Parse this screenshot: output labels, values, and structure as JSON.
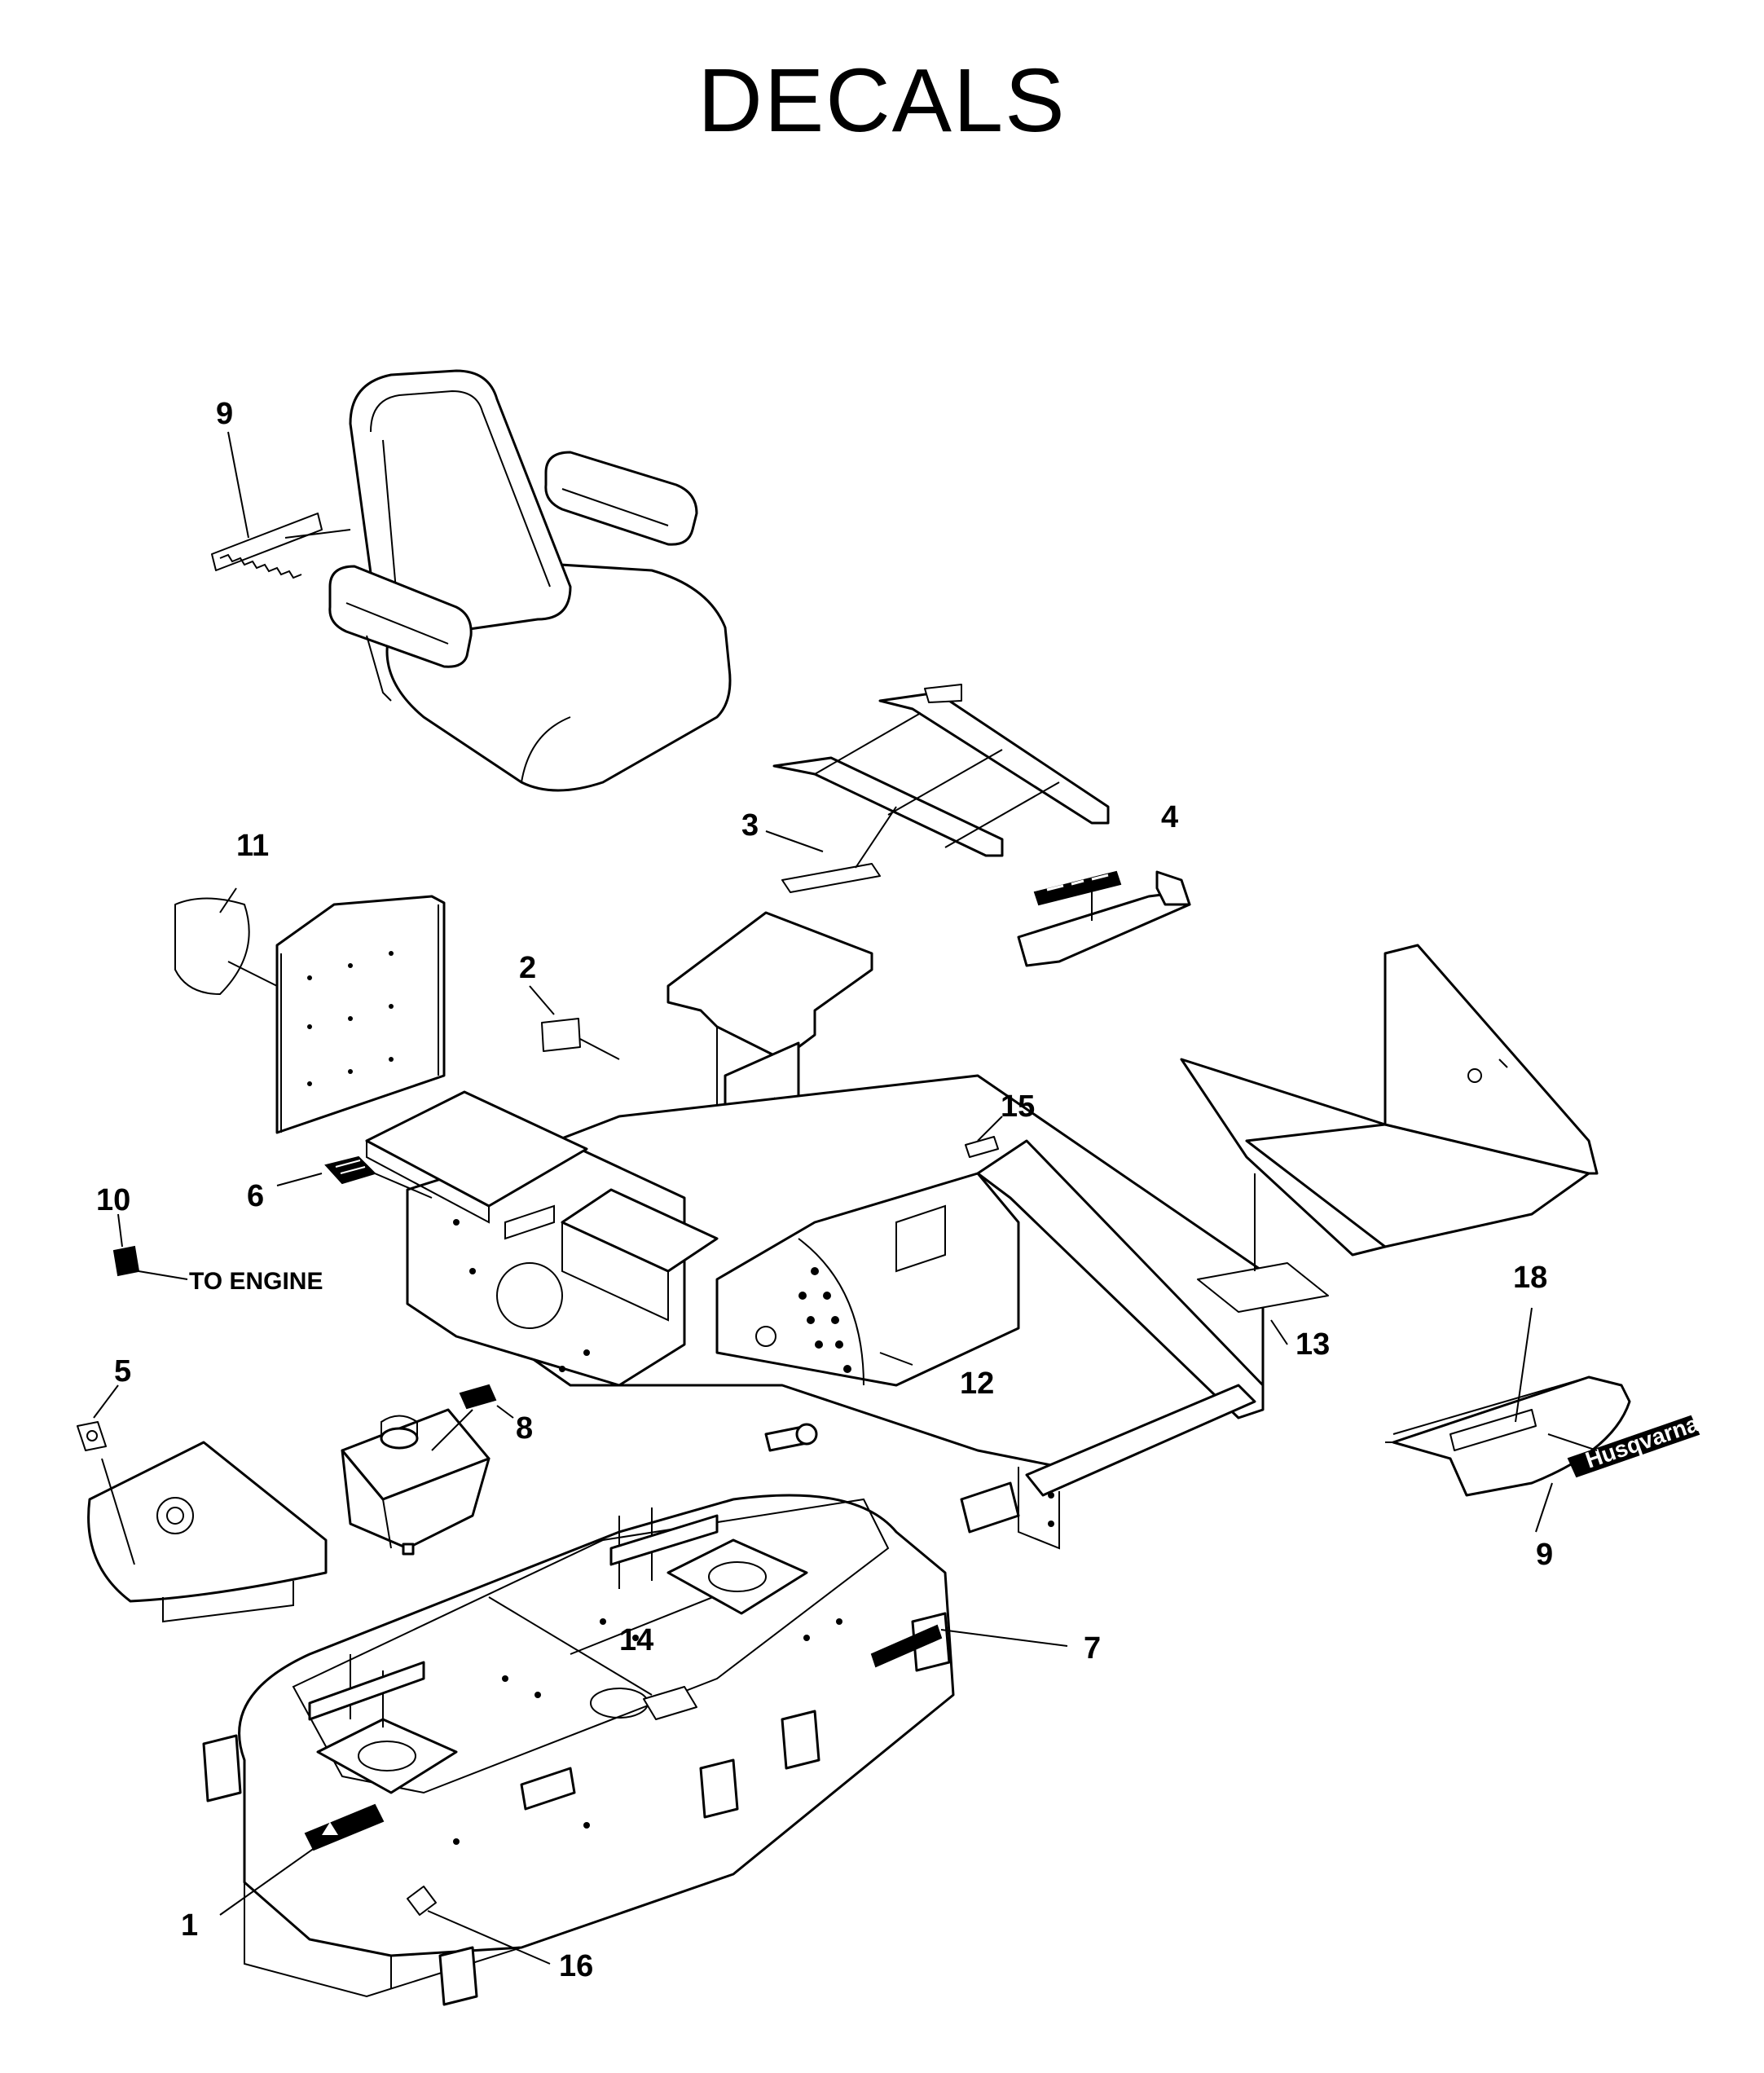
{
  "title": "DECALS",
  "callouts": {
    "c1": "1",
    "c2": "2",
    "c3": "3",
    "c4": "4",
    "c5": "5",
    "c6": "6",
    "c7": "7",
    "c8": "8",
    "c9a": "9",
    "c9b": "9",
    "c10": "10",
    "c11": "11",
    "c12": "12",
    "c13": "13",
    "c14": "14",
    "c15": "15",
    "c16": "16",
    "c18": "18"
  },
  "labels": {
    "to_engine": "TO ENGINE",
    "brand": "Husqvarna"
  }
}
